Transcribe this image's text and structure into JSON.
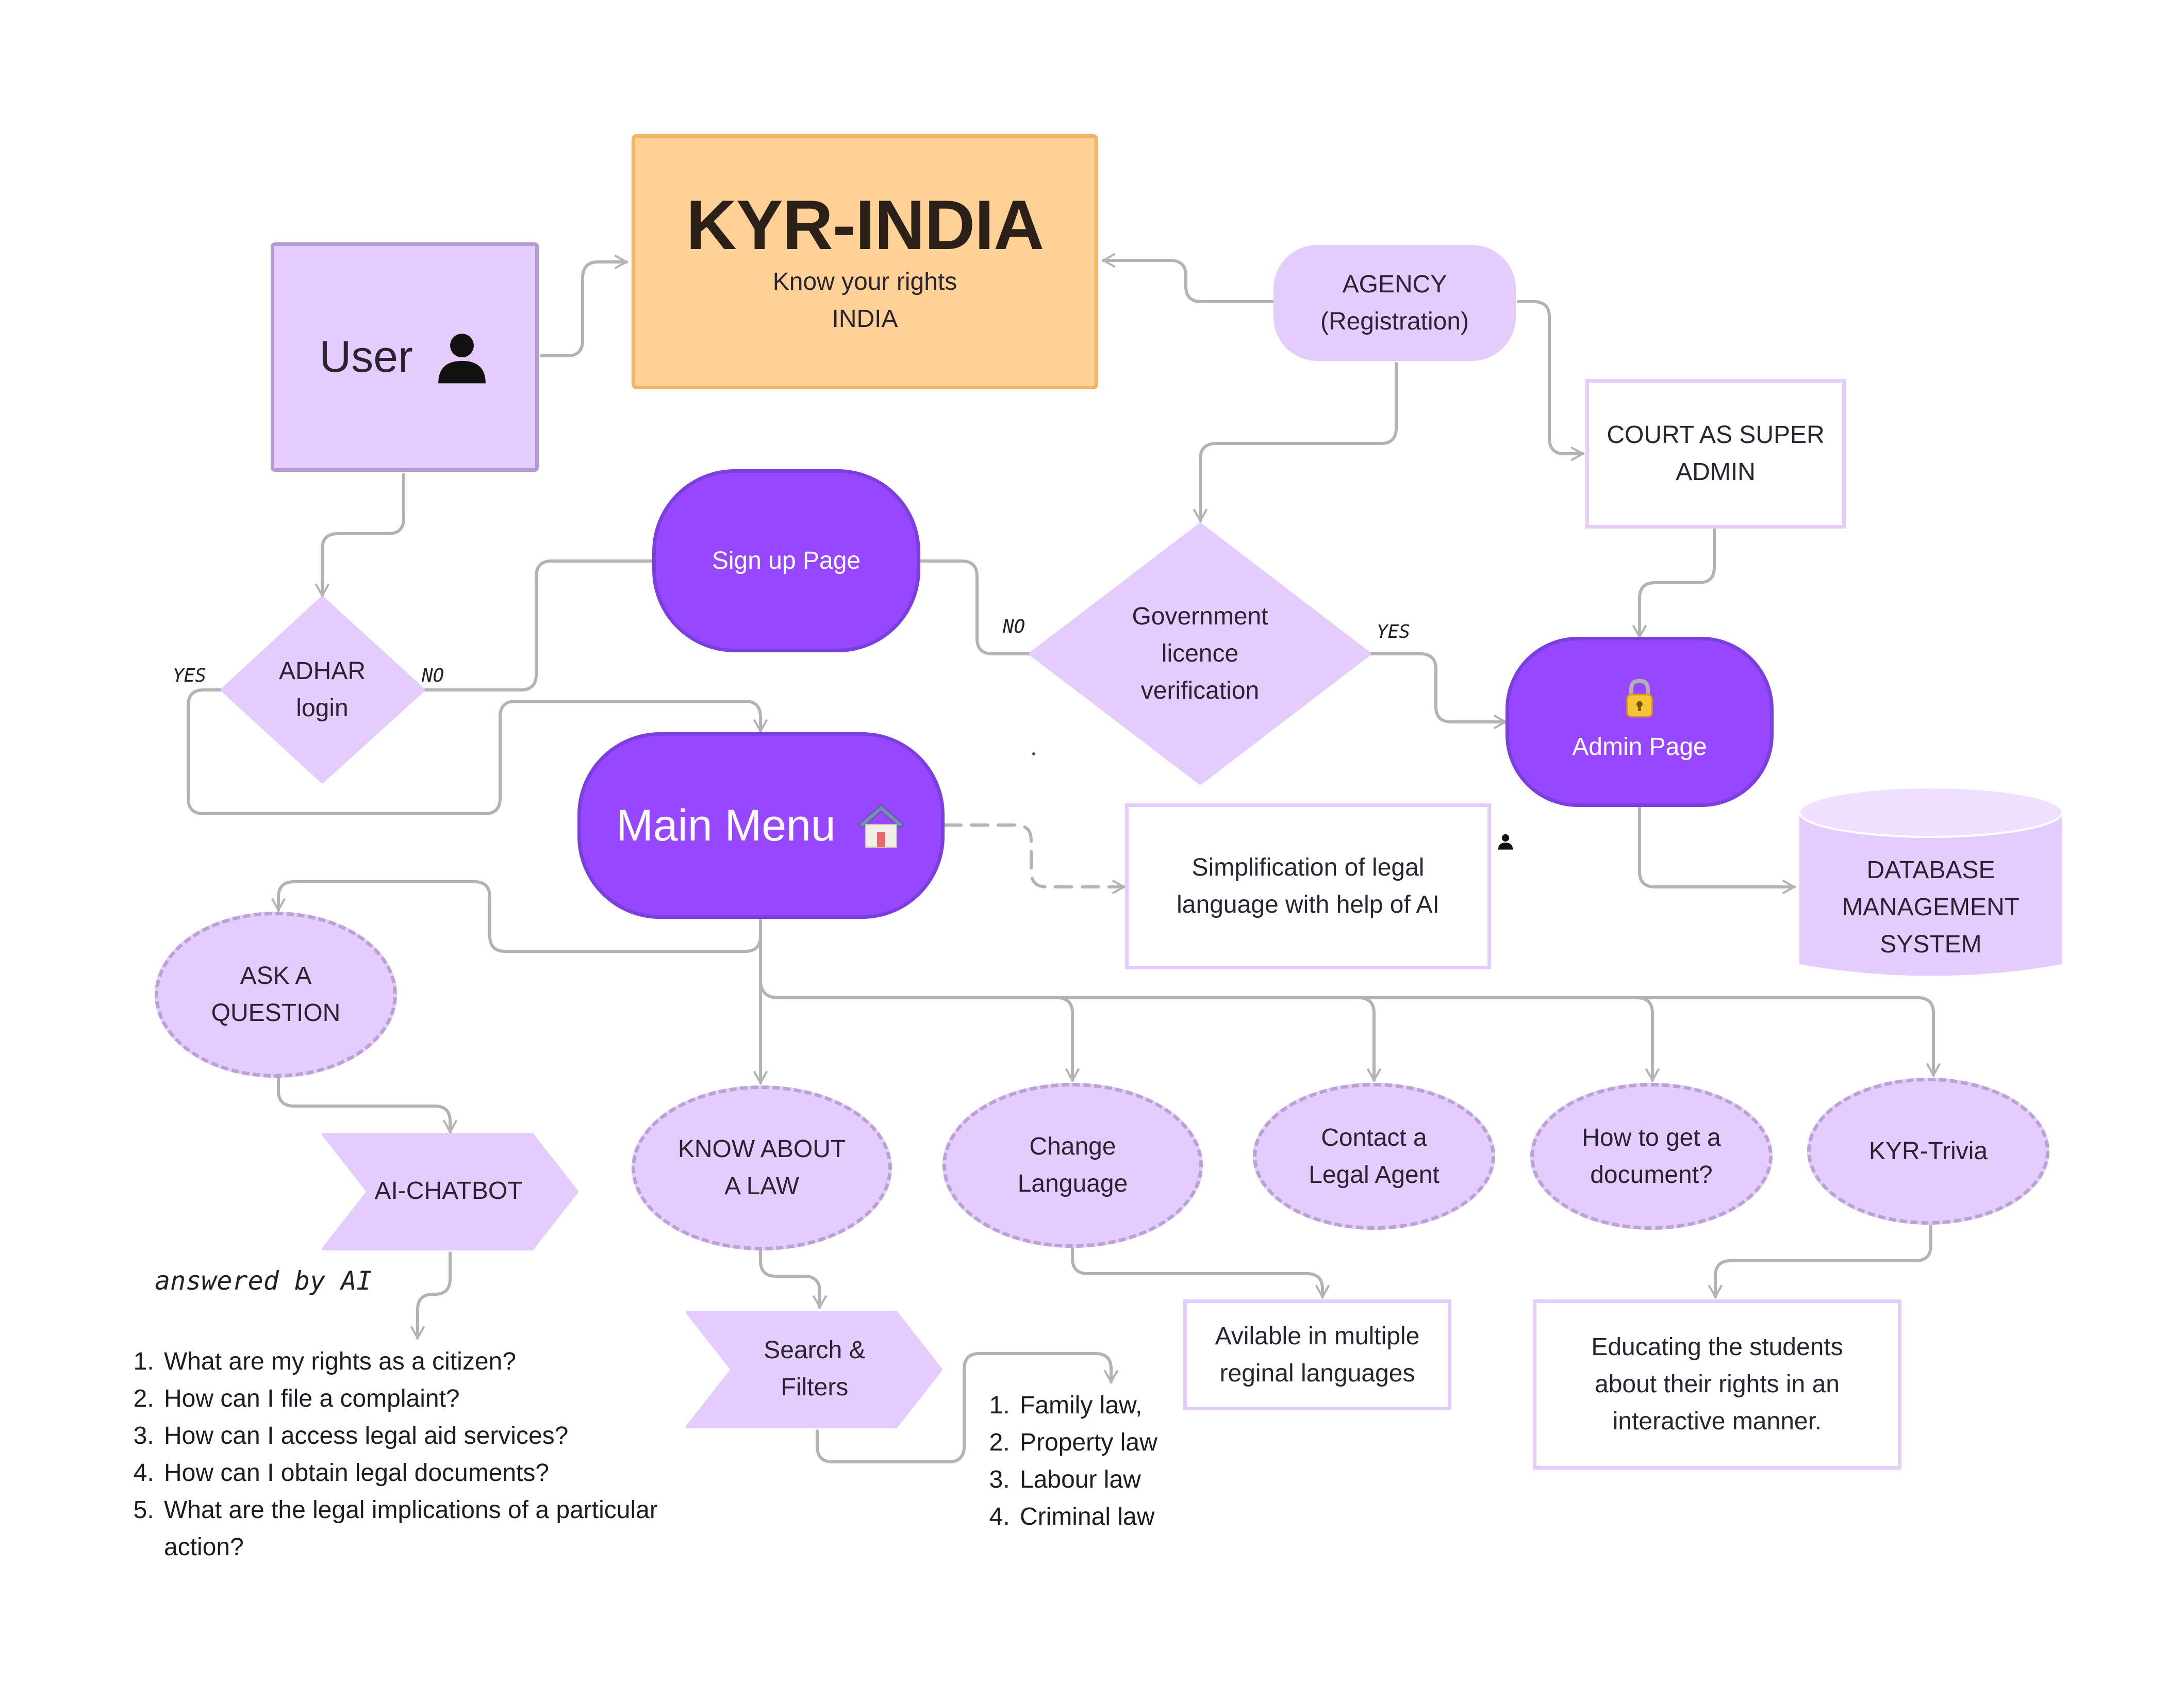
{
  "colors": {
    "accent_purple": "#9747ff",
    "purple_border": "#7b3fe0",
    "light_purple": "#e4ccff",
    "light_purple_border": "#bca1d6",
    "orange": "#ffd196",
    "orange_border": "#f4b365",
    "connector_gray": "#b3b3b3"
  },
  "title_box": {
    "title": "KYR-INDIA",
    "subtitle": "Know your rights\nINDIA"
  },
  "user_box": {
    "label": "User",
    "icon": "person-icon"
  },
  "agency": {
    "label": "AGENCY\n(Registration)"
  },
  "court": {
    "label": "COURT AS SUPER\nADMIN"
  },
  "signup": {
    "label": "Sign up Page"
  },
  "gov_verification": {
    "label": "Government\nlicence\nverification"
  },
  "admin_page": {
    "label": "Admin Page",
    "icon": "lock-icon"
  },
  "adhar": {
    "label": "ADHAR\nlogin"
  },
  "main_menu": {
    "label": "Main Menu",
    "icon": "house-icon"
  },
  "simplification": {
    "label": "Simplification of legal\nlanguage with help of AI"
  },
  "database": {
    "label": "DATABASE\nMANAGEMENT\nSYSTEM"
  },
  "ask_question": {
    "label": "ASK A\nQUESTION"
  },
  "ai_chatbot": {
    "label": "AI-CHATBOT"
  },
  "know_law": {
    "label": "KNOW ABOUT\nA LAW"
  },
  "change_language": {
    "label": "Change\nLanguage"
  },
  "contact_agent": {
    "label": "Contact a\nLegal Agent"
  },
  "get_document": {
    "label": "How to get a\ndocument?"
  },
  "trivia": {
    "label": "KYR-Trivia"
  },
  "search_filters": {
    "label": "Search &\nFilters"
  },
  "languages_note": {
    "label": "Avilable in multiple\nreginal languages"
  },
  "educating": {
    "label": "Educating the students\nabout their rights in an\ninteractive manner."
  },
  "handwritten": {
    "yes_adhar": "YES",
    "no_adhar": "NO",
    "no_gov": "NO",
    "yes_gov": "YES",
    "answered_by_ai": "answered by AI"
  },
  "questions": [
    "What are my rights as a citizen?",
    "How can I file a complaint?",
    "How can I access legal aid services?",
    "How can I obtain legal documents?",
    "What are the legal implications of a particular action?"
  ],
  "law_types": [
    "Family law,",
    "Property law",
    "Labour law",
    "Criminal law"
  ]
}
